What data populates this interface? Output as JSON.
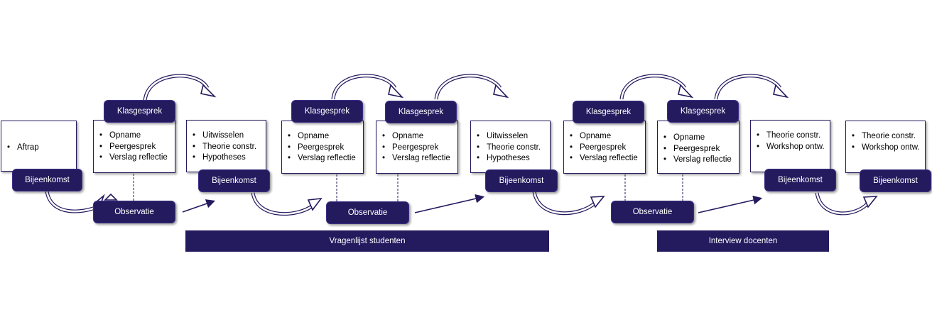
{
  "phases": [
    {
      "id": "p1",
      "items": [
        "Aftrap"
      ],
      "label": "Bijeenkomst"
    },
    {
      "id": "p2",
      "items": [
        "Opname",
        "Peergesprek",
        "Verslag reflectie"
      ],
      "label": "Klasgesprek"
    },
    {
      "id": "p3",
      "items": [
        "Uitwisselen",
        "Theorie constr.",
        "Hypotheses"
      ],
      "label": "Bijeenkomst"
    },
    {
      "id": "p4",
      "items": [
        "Opname",
        "Peergesprek",
        "Verslag reflectie"
      ],
      "label": "Klasgesprek"
    },
    {
      "id": "p5",
      "items": [
        "Opname",
        "Peergesprek",
        "Verslag reflectie"
      ],
      "label": "Klasgesprek"
    },
    {
      "id": "p6",
      "items": [
        "Uitwisselen",
        "Theorie constr.",
        "Hypotheses"
      ],
      "label": "Bijeenkomst"
    },
    {
      "id": "p7",
      "items": [
        "Opname",
        "Peergesprek",
        "Verslag reflectie"
      ],
      "label": "Klasgesprek"
    },
    {
      "id": "p8",
      "items": [
        "Opname",
        "Peergesprek",
        "Verslag reflectie"
      ],
      "label": "Klasgesprek"
    },
    {
      "id": "p9",
      "items": [
        "Theorie constr.",
        "Workshop ontw."
      ],
      "label": "Bijeenkomst"
    },
    {
      "id": "p10",
      "items": [
        "Theorie constr.",
        "Workshop ontw."
      ],
      "label": "Bijeenkomst"
    }
  ],
  "observations": [
    "Observatie",
    "Observatie",
    "Observatie"
  ],
  "bands": [
    "Vragenlijst studenten",
    "Interview docenten"
  ],
  "colors": {
    "primary": "#241a5e",
    "border": "#241a5e",
    "background": "#ffffff"
  }
}
